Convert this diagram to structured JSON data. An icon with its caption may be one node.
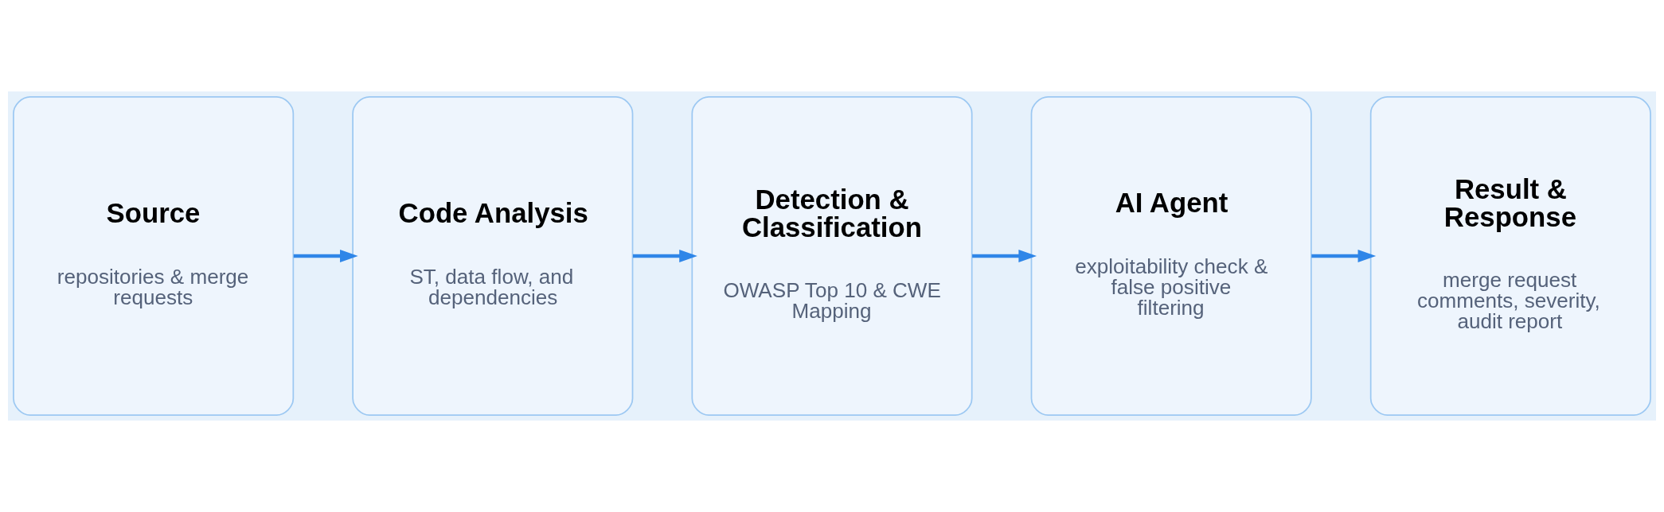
{
  "diagram": {
    "nodes": [
      {
        "text": [
          "Source",
          "repositories & merge requests"
        ]
      },
      {
        "text": [
          "Code Analysis",
          "ST, data flow, and dependencies"
        ]
      },
      {
        "text": [
          "Detection & Classification",
          "OWASP Top 10 & CWE Mapping"
        ]
      },
      {
        "text": [
          "AI Agent",
          "exploitability check & false positive filtering"
        ]
      },
      {
        "text": [
          "Result & Response",
          "merge request comments, severity, audit report"
        ]
      }
    ],
    "edges": [
      {
        "from": 0,
        "to": 1,
        "arrow": "to"
      },
      {
        "from": 1,
        "to": 2,
        "arrow": "to"
      },
      {
        "from": 2,
        "to": 3,
        "arrow": "to"
      },
      {
        "from": 3,
        "to": 4,
        "arrow": "to"
      }
    ]
  }
}
